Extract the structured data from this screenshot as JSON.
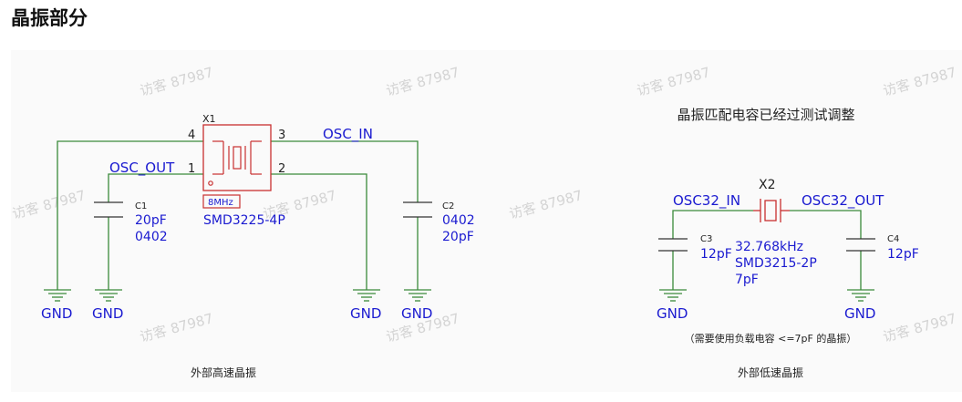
{
  "page": {
    "heading": "晶振部分"
  },
  "watermarks": [
    "访客 87987"
  ],
  "colors": {
    "wire": "#3a8a3a",
    "net_label": "#1a1ad0",
    "component": "#c83030",
    "text": "#222222",
    "ground": "#3a8a3a"
  },
  "hs_circuit": {
    "crystal": {
      "ref": "X1",
      "freq": "8MHz",
      "package": "SMD3225-4P",
      "pins": [
        "4",
        "1",
        "3",
        "2"
      ]
    },
    "nets": {
      "osc_in": "OSC_IN",
      "osc_out": "OSC_OUT"
    },
    "c1": {
      "ref": "C1",
      "value": "20pF",
      "package": "0402"
    },
    "c2": {
      "ref": "C2",
      "package": "0402",
      "value": "20pF"
    },
    "gnd_label": "GND",
    "caption": "外部高速晶振"
  },
  "ls_circuit": {
    "note": "晶振匹配电容已经过测试调整",
    "crystal": {
      "ref": "X2",
      "freq": "32.768kHz",
      "package": "SMD3215-2P",
      "load": "7pF"
    },
    "nets": {
      "osc_in": "OSC32_IN",
      "osc_out": "OSC32_OUT"
    },
    "c3": {
      "ref": "C3",
      "value": "12pF"
    },
    "c4": {
      "ref": "C4",
      "value": "12pF"
    },
    "gnd_label": "GND",
    "requirement": "（需要使用负载电容 <=7pF 的晶振）",
    "caption": "外部低速晶振"
  }
}
